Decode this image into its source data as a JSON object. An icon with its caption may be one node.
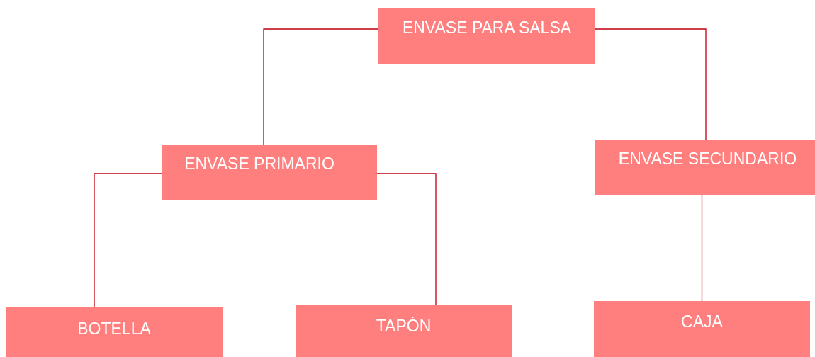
{
  "diagram": {
    "nodes": [
      {
        "text": [
          "ENVASE PARA SALSA"
        ]
      },
      {
        "text": [
          "ENVASE PRIMARIO"
        ]
      },
      {
        "text": [
          "ENVASE SECUNDARIO"
        ]
      },
      {
        "text": [
          "BOTELLA"
        ]
      },
      {
        "text": [
          "TAPÓN"
        ]
      },
      {
        "text": [
          "CAJA"
        ]
      }
    ],
    "edges": [
      {
        "from": 0,
        "to": 1,
        "arrow": "none"
      },
      {
        "from": 0,
        "to": 2,
        "arrow": "none"
      },
      {
        "from": 1,
        "to": 3,
        "arrow": "none"
      },
      {
        "from": 1,
        "to": 4,
        "arrow": "none"
      },
      {
        "from": 2,
        "to": 5,
        "arrow": "none"
      }
    ]
  }
}
